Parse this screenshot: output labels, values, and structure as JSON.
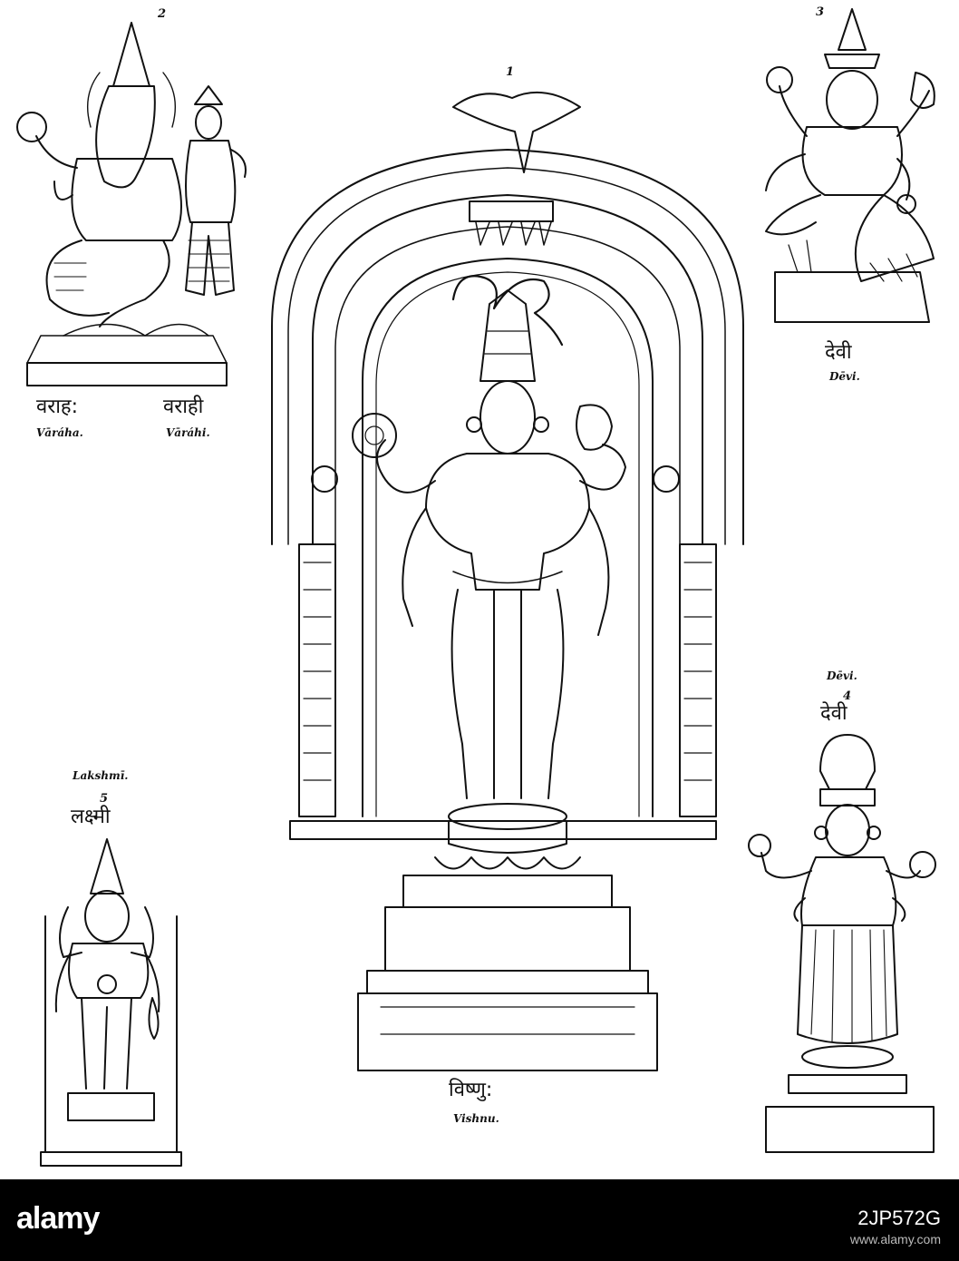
{
  "figures": {
    "vishnu": {
      "number": "1",
      "devanagari": "विष्णु:",
      "roman": "Vishnu."
    },
    "varaha": {
      "number": "2",
      "devanagari_left": "वराह:",
      "devanagari_right": "वराही",
      "roman_left": "Vāráha.",
      "roman_right": "Vāráhi."
    },
    "devi_3": {
      "number": "3",
      "devanagari": "देवी",
      "roman": "Dēvi."
    },
    "devi_4": {
      "number": "4",
      "devanagari": "देवी",
      "roman": "Dēvi."
    },
    "lakshmi": {
      "number": "5",
      "devanagari": "लक्ष्मी",
      "roman": "Lakshmī."
    }
  },
  "watermark": {
    "logo": "alamy",
    "image_id": "2JP572G",
    "url": "www.alamy.com"
  },
  "colors": {
    "ink": "#111111",
    "paper": "#ffffff",
    "footer": "#000000"
  }
}
